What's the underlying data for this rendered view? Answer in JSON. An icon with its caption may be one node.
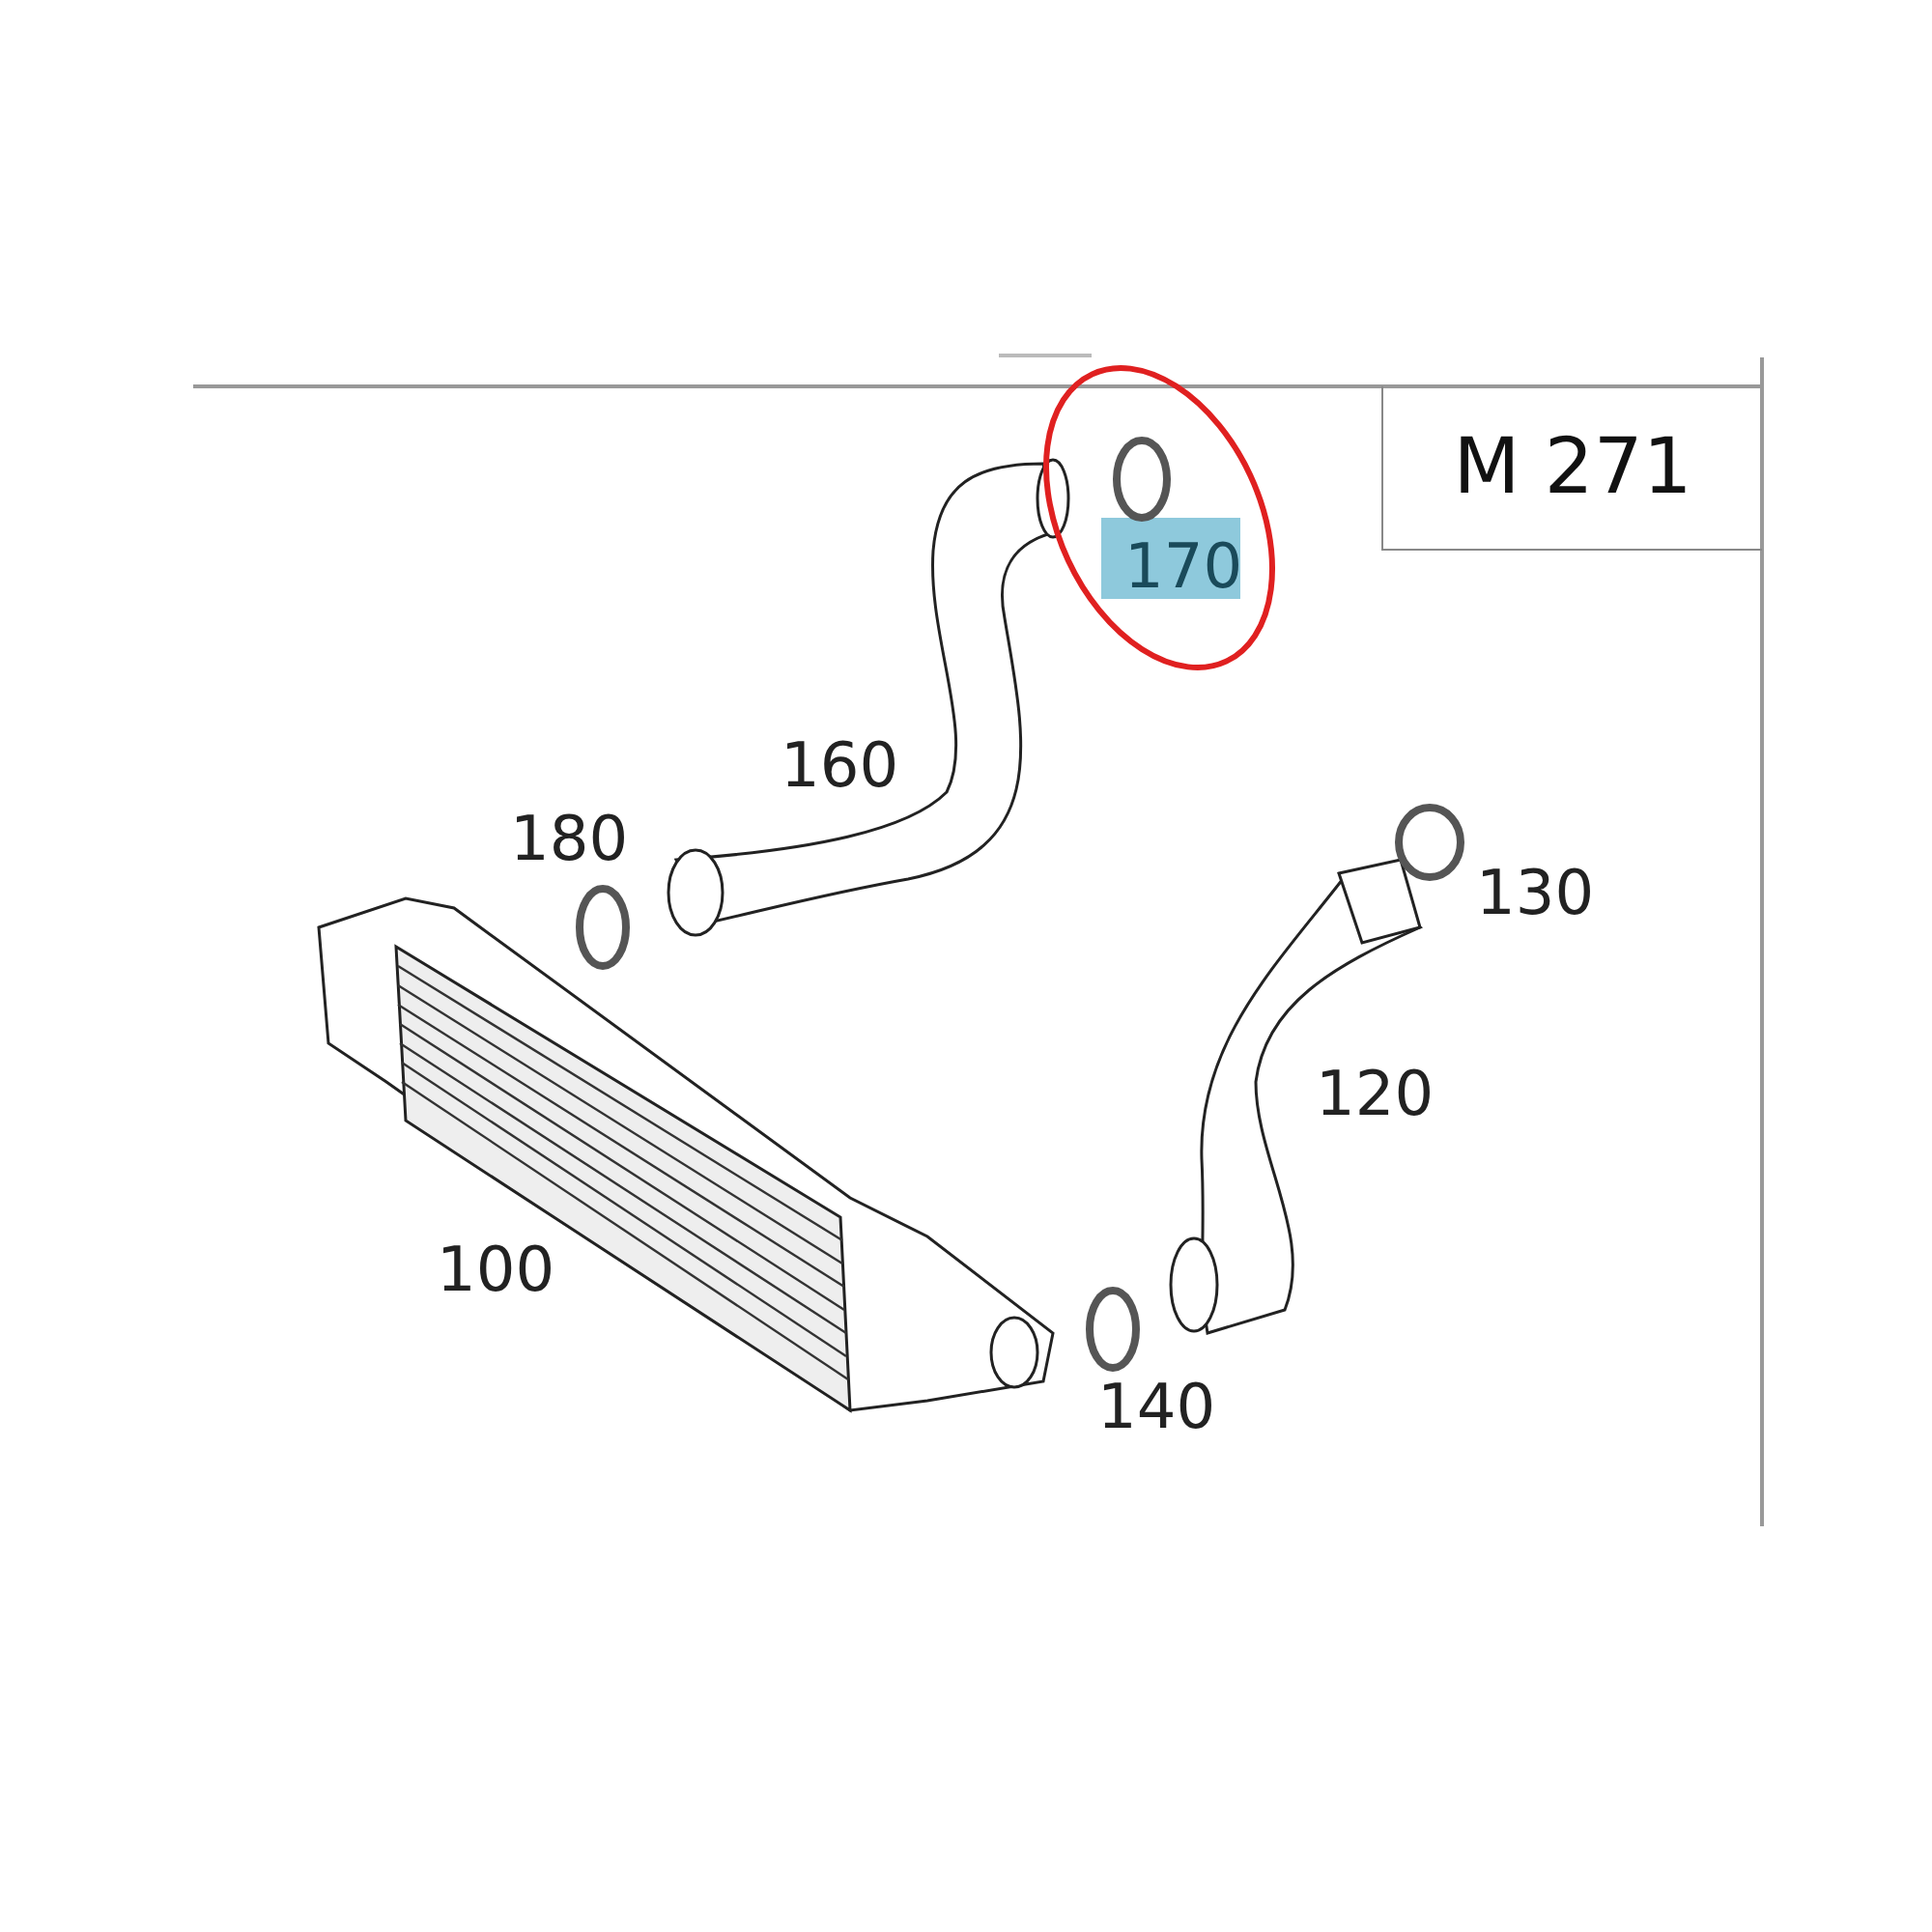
{
  "diagram": {
    "nodes": [
      {
        "text": [
          "M 271"
        ]
      }
    ],
    "labels": [
      "170",
      "160",
      "180",
      "130",
      "120",
      "100",
      "140"
    ]
  }
}
